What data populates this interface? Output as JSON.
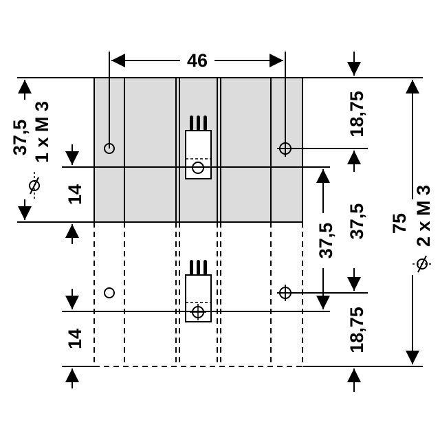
{
  "drawing": {
    "colors": {
      "body_fill": "#dcdcdc",
      "line": "#000000",
      "background": "#ffffff"
    },
    "dimensions": {
      "width_top": "46",
      "left_outer": "37,5",
      "left_hole": "1 x M 3",
      "left_pitch_upper": "14",
      "left_pitch_lower": "14",
      "right_top": "18,75",
      "right_middle": "37,5",
      "right_bottom": "18,75",
      "right_total": "75",
      "right_hole": "2 x M 3",
      "center_spacing": "37,5"
    },
    "symbols": {
      "hole_symbol": "diameter-icon"
    }
  }
}
